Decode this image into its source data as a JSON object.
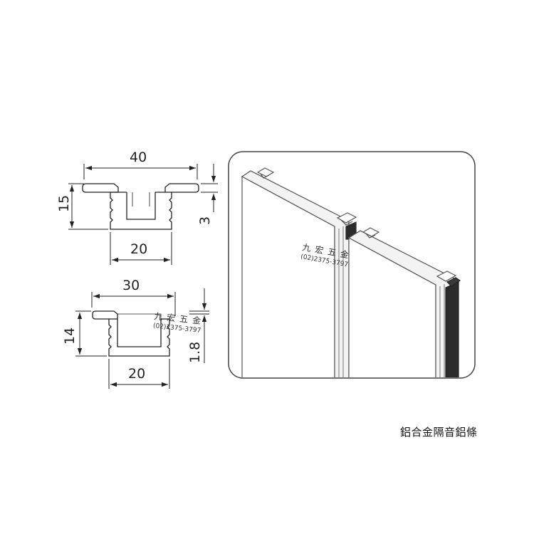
{
  "profiles": [
    {
      "id": "top",
      "width_label": "40",
      "height_label": "15",
      "thickness_label": "3",
      "channel_label": "20"
    },
    {
      "id": "bottom",
      "width_label": "30",
      "height_label": "14",
      "thickness_label": "1.8",
      "channel_label": "20"
    }
  ],
  "watermarks": [
    {
      "name": "九宏五金",
      "phone": "(02)2375-3797"
    },
    {
      "name": "九宏五金",
      "phone": "(02)2375-3797"
    }
  ],
  "caption": "鋁合金隔音鋁條",
  "colors": {
    "line": "#222222",
    "panel_edge": "#555555",
    "seal": "#2b2b2b",
    "background": "#ffffff"
  }
}
